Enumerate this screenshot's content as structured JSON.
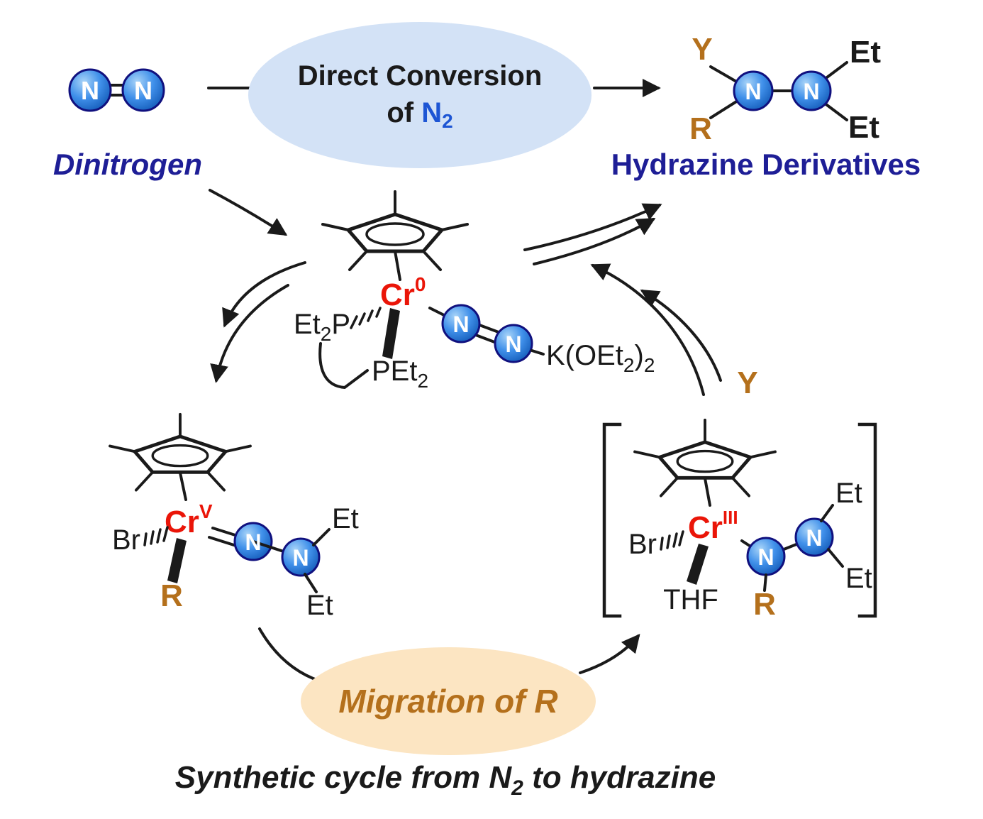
{
  "colors": {
    "navy": "#1e1e96",
    "blue": "#1d55d4",
    "red": "#ea1508",
    "orange": "#b4701c",
    "ink": "#1a1a1a",
    "ellipse-blue": "#d3e2f6",
    "ellipse-orange": "#fce5c2",
    "sphere-stroke": "#10107e"
  },
  "top": {
    "dinitrogen": "Dinitrogen",
    "conv1": "Direct Conversion",
    "conv2_of": "of ",
    "conv2_N": "N",
    "conv2_sub": "2",
    "hydrazine": "Hydrazine Derivatives"
  },
  "atoms": {
    "N": "N",
    "Y": "Y",
    "R": "R",
    "Et": "Et",
    "sub2": "2",
    "P": "P",
    "PEt": "PEt",
    "Br": "Br",
    "THF": "THF",
    "Cr": "Cr",
    "ox_zero": "0",
    "ox_five": "V",
    "ox_three": "III",
    "K_pre": "K(OEt",
    "K_paren": ")"
  },
  "bottom": {
    "migration": "Migration of R",
    "caption_pre": "Synthetic cycle from N",
    "caption_sub": "2",
    "caption_post": " to hydrazine"
  }
}
